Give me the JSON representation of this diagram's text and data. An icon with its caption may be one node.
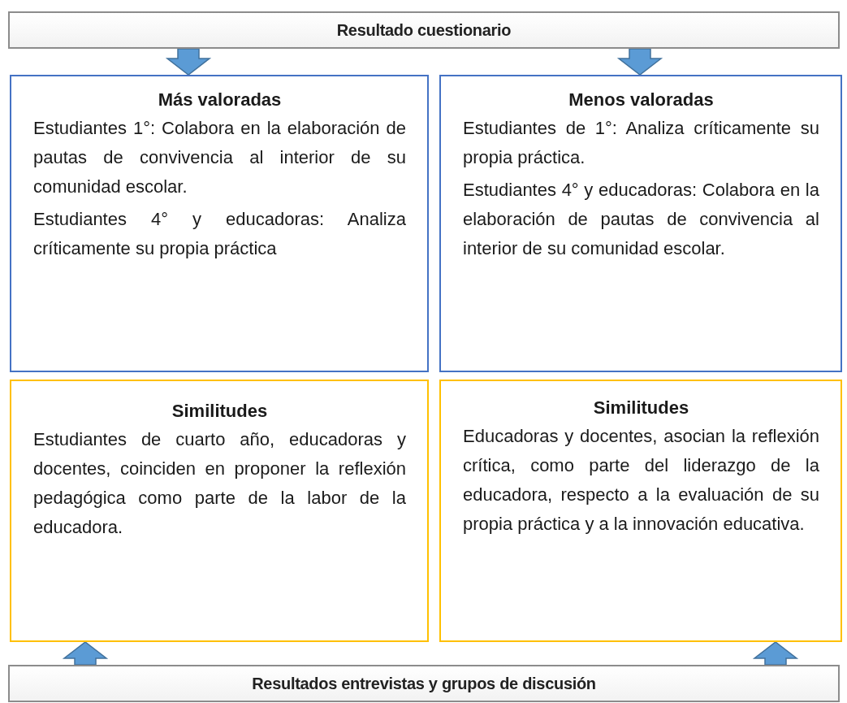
{
  "diagram": {
    "nodes": [
      {
        "text": [
          "Resultado cuestionario"
        ]
      },
      {
        "text": [
          "Más valoradas",
          "Estudiantes 1°: Colabora en la elaboración de pautas de convivencia al interior de su comunidad escolar.",
          "Estudiantes 4° y educadoras: Analiza críticamente su propia práctica"
        ]
      },
      {
        "text": [
          "Menos valoradas",
          "Estudiantes de 1°: Analiza críticamente su propia práctica.",
          "Estudiantes 4° y educadoras: Colabora en la elaboración de pautas de convivencia al interior de su comunidad escolar."
        ]
      },
      {
        "text": [
          "Similitudes",
          "Estudiantes de cuarto año, educadoras y docentes, coinciden en proponer la reflexión pedagógica como parte de la labor de la educadora."
        ]
      },
      {
        "text": [
          "Similitudes",
          "Educadoras y docentes, asocian la reflexión crítica, como parte del liderazgo de la educadora, respecto a la evaluación de su propia práctica y a la innovación educativa."
        ]
      },
      {
        "text": [
          "Resultados entrevistas y grupos de discusión"
        ]
      }
    ],
    "edges": [
      {
        "from": 0,
        "to": 1,
        "arrow": "to"
      },
      {
        "from": 0,
        "to": 2,
        "arrow": "to"
      },
      {
        "from": 5,
        "to": 3,
        "arrow": "to"
      },
      {
        "from": 5,
        "to": 4,
        "arrow": "to"
      }
    ]
  }
}
